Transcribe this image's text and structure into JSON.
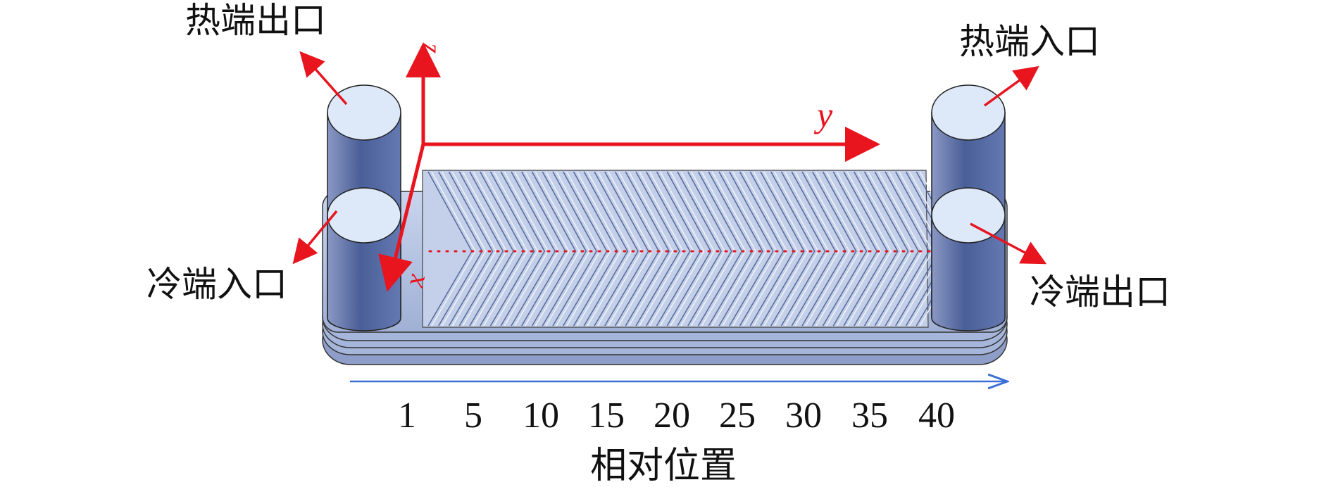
{
  "labels": {
    "hot_outlet": "热端出口",
    "hot_inlet": "热端入口",
    "cold_inlet": "冷端入口",
    "cold_outlet": "冷端出口"
  },
  "axes": {
    "x": "x",
    "y": "y",
    "z": "z"
  },
  "position_axis": {
    "ticks": [
      "1",
      "5",
      "10",
      "15",
      "20",
      "25",
      "30",
      "35",
      "40"
    ],
    "title": "相对位置"
  },
  "colors": {
    "arrow": "#e8141e",
    "position_line": "#3a6fd8",
    "plate": "#b8c6e2",
    "cylinder_body": "#5a6fa6",
    "cylinder_top": "#d8e6f8"
  }
}
